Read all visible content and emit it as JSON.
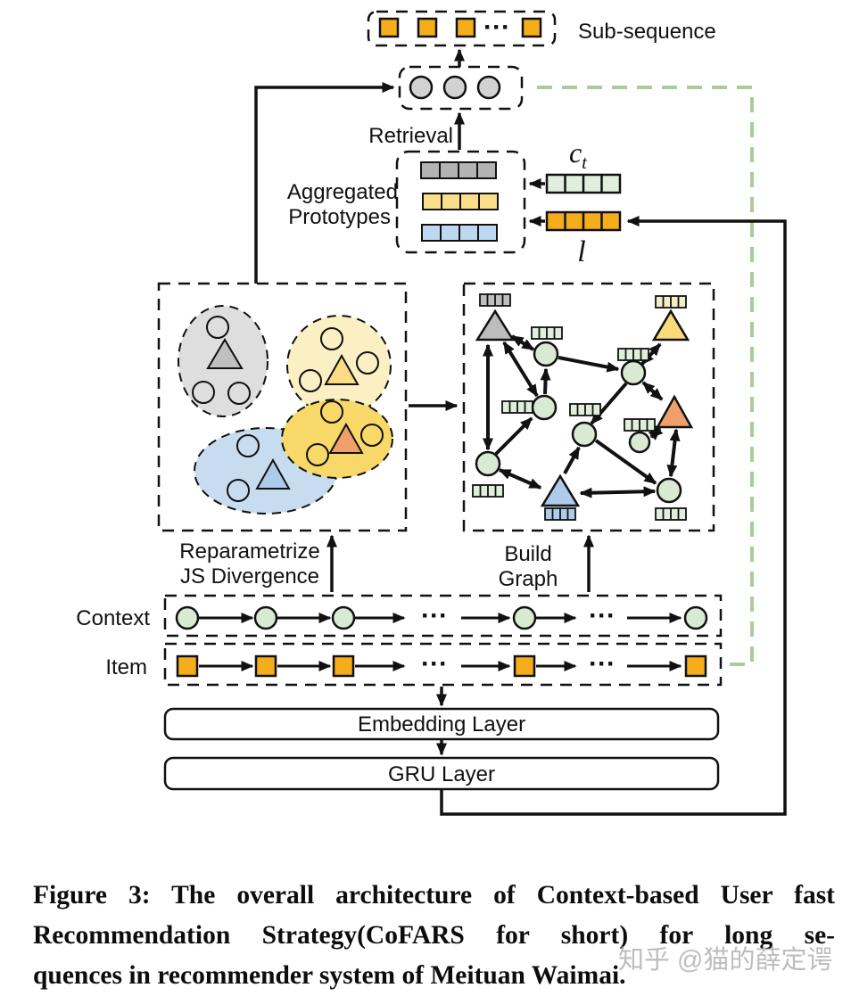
{
  "figure": {
    "sub_sequence_label": "Sub-sequence",
    "retrieval_label": "Retrieval",
    "aggregated_prototypes_line1": "Aggregated",
    "aggregated_prototypes_line2": "Prototypes",
    "context_symbol": {
      "base": "c",
      "sub": "t"
    },
    "item_symbol": "l",
    "reparametrize_line1": "Reparametrize",
    "reparametrize_line2": "JS Divergence",
    "build_graph_line1": "Build",
    "build_graph_line2": "Graph",
    "context_label": "Context",
    "item_label": "Item",
    "ellipsis": "···",
    "embedding_layer_label": "Embedding Layer",
    "gru_layer_label": "GRU Layer"
  },
  "caption": {
    "lines": [
      "Figure 3: The overall architecture of Context-based User fast",
      "Recommendation Strategy(CoFARS for short) for long se-",
      "quences in recommender system of Meituan Waimai."
    ]
  },
  "watermark": "知乎 @猫的薛定谔",
  "colors": {
    "item_orange": "#F6AD1B",
    "context_green": "#D9EAD3",
    "bar_green": "#E0EFDC",
    "gray_fill": "#DEDEDE",
    "gray_node": "#BDBDBD",
    "light_yellow": "#FBF0C4",
    "yellow": "#F8D868",
    "yellow_triangle": "#F9DC84",
    "orange_triangle": "#EF9F6A",
    "blue": "#C8DCF0",
    "blue_triangle": "#AECBEA",
    "prototype_gray": "#B3B3B3",
    "prototype_yellow": "#FBDE8B",
    "prototype_blue": "#BFD8F2",
    "green_dashed_line": "#A9CC9B"
  }
}
